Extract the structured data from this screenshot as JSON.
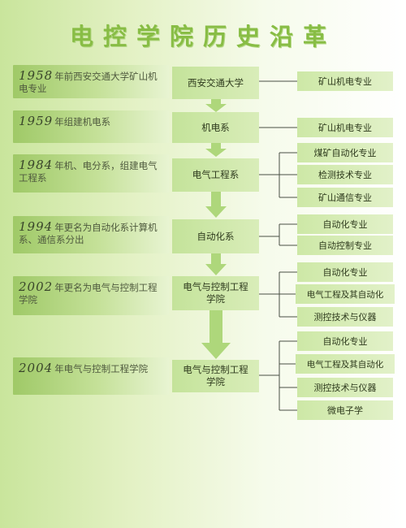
{
  "title": "电控学院历史沿革",
  "notes": [
    {
      "year": "1958",
      "text": "年前西安交通大学矿山机电专业"
    },
    {
      "year": "1959",
      "text": "年组建机电系"
    },
    {
      "year": "1984",
      "text": "年机、电分系，组建电气工程系"
    },
    {
      "year": "1994",
      "text": "年更名为自动化系计算机系、通信系分出"
    },
    {
      "year": "2002",
      "text": "年更名为电气与控制工程学院"
    },
    {
      "year": "2004",
      "text": "年电气与控制工程学院"
    }
  ],
  "stages": [
    "西安交通大学",
    "机电系",
    "电气工程系",
    "自动化系",
    "电气与控制工程学院",
    "电气与控制工程学院"
  ],
  "majors": {
    "g0": [
      "矿山机电专业"
    ],
    "g1": [
      "矿山机电专业"
    ],
    "g2": [
      "煤矿自动化专业",
      "检测技术专业",
      "矿山通信专业"
    ],
    "g3": [
      "自动化专业",
      "自动控制专业"
    ],
    "g4": [
      "自动化专业",
      "电气工程及其自动化",
      "测控技术与仪器"
    ],
    "g5": [
      "自动化专业",
      "电气工程及其自动化",
      "测控技术与仪器",
      "微电子学"
    ]
  },
  "colors": {
    "arrow": "#aed77b",
    "connector": "#4a4f45",
    "title": "#88bd45"
  }
}
